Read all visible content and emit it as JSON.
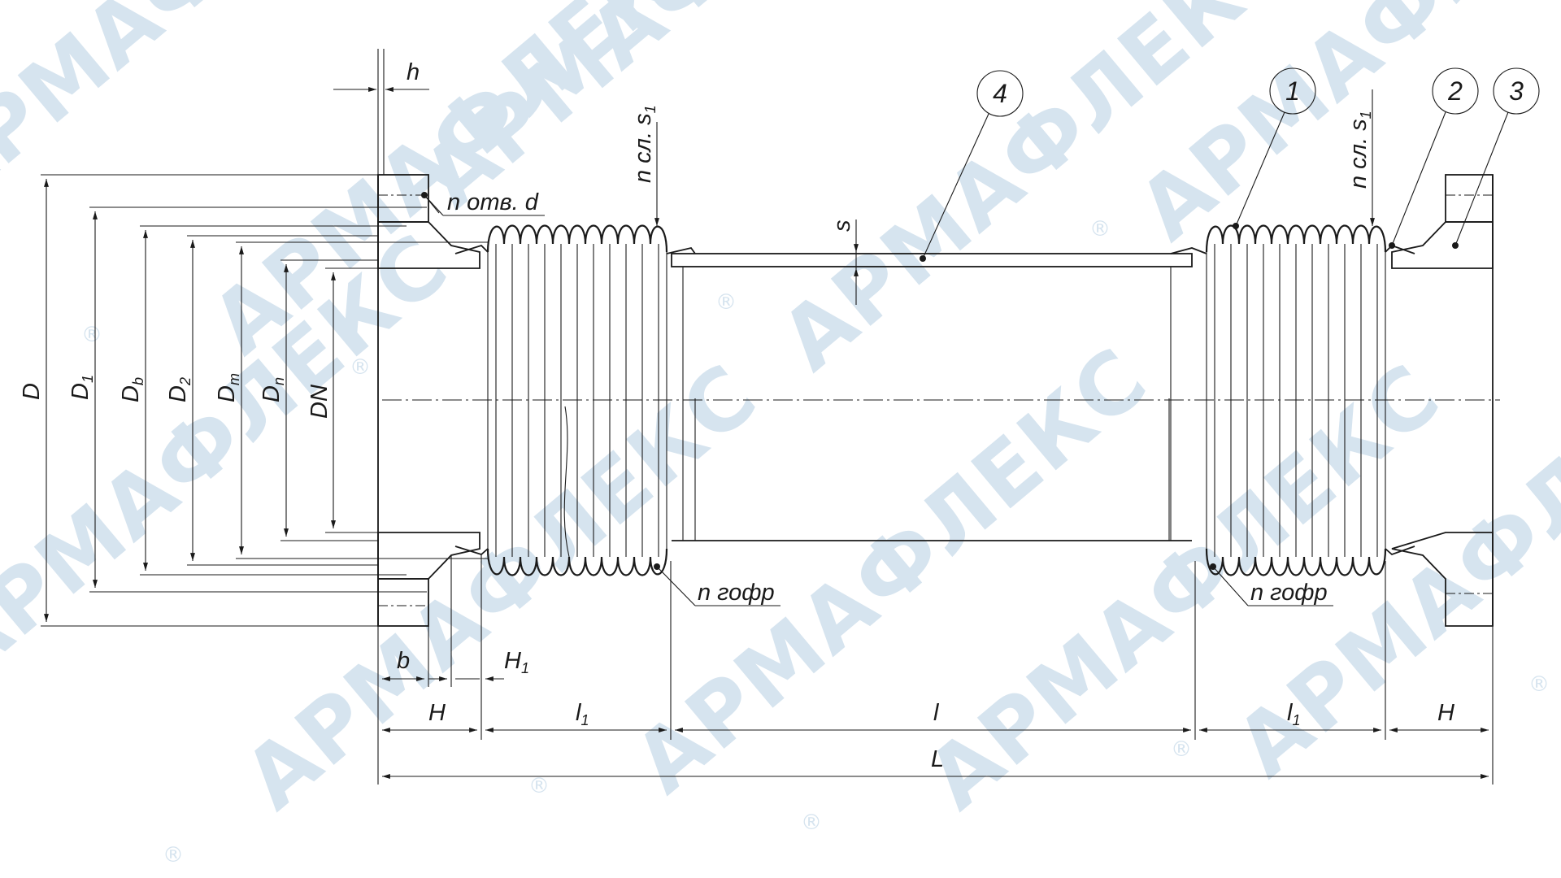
{
  "watermark": {
    "text": "АРМАФЛЕКС",
    "registered": "®",
    "color": "#d6e4ef"
  },
  "dimensions": {
    "h": "h",
    "D": "D",
    "D1": "D",
    "D1_sub": "1",
    "Db": "D",
    "Db_sub": "b",
    "D2": "D",
    "D2_sub": "2",
    "Dm": "D",
    "Dm_sub": "m",
    "Dn": "D",
    "Dn_sub": "n",
    "DN": "DN",
    "s": "s",
    "b": "b",
    "H1": "H",
    "H1_sub": "1",
    "H_left": "H",
    "l1_left": "l",
    "l1_left_sub": "1",
    "l_middle": "l",
    "l1_right": "l",
    "l1_right_sub": "1",
    "H_right": "H",
    "L_total": "L"
  },
  "callouts": {
    "holes": "n отв. d",
    "layers_left": "n сл. s",
    "layers_left_sub": "1",
    "layers_right": "n сл. s",
    "layers_right_sub": "1",
    "corr_left": "n гофр",
    "corr_right": "n гофр"
  },
  "positions": {
    "p1": "1",
    "p2": "2",
    "p3": "3",
    "p4": "4"
  }
}
